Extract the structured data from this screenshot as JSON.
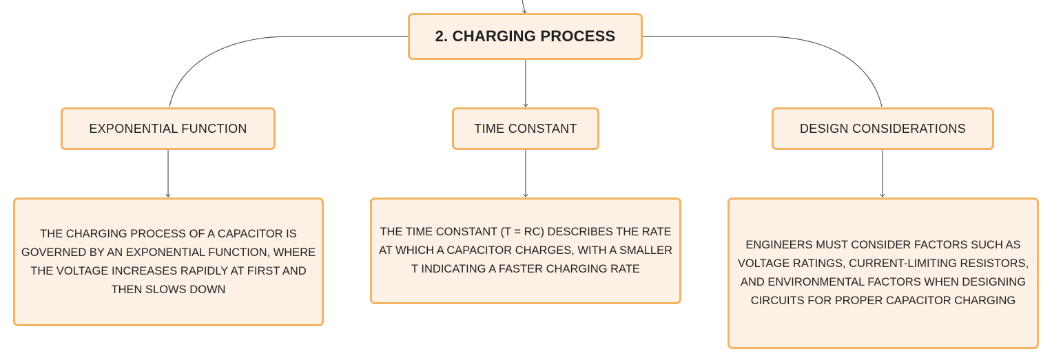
{
  "colors": {
    "node_fill": "#fdf1e6",
    "node_border": "#f3b462",
    "connector": "#555555",
    "text": "#1f1f1f"
  },
  "root": {
    "label": "2. CHARGING PROCESS"
  },
  "topics": [
    {
      "label": "EXPONENTIAL FUNCTION"
    },
    {
      "label": "TIME CONSTANT"
    },
    {
      "label": "DESIGN CONSIDERATIONS"
    }
  ],
  "details": [
    {
      "text": "THE CHARGING PROCESS OF A CAPACITOR IS GOVERNED BY AN EXPONENTIAL FUNCTION, WHERE THE VOLTAGE INCREASES RAPIDLY AT FIRST AND THEN SLOWS DOWN"
    },
    {
      "text": "THE TIME CONSTANT (Τ = RC) DESCRIBES THE RATE AT WHICH A CAPACITOR CHARGES, WITH A SMALLER Τ INDICATING A FASTER CHARGING RATE"
    },
    {
      "text": "ENGINEERS MUST CONSIDER FACTORS SUCH AS VOLTAGE RATINGS, CURRENT-LIMITING RESISTORS, AND ENVIRONMENTAL FACTORS WHEN DESIGNING CIRCUITS FOR PROPER CAPACITOR CHARGING"
    }
  ]
}
